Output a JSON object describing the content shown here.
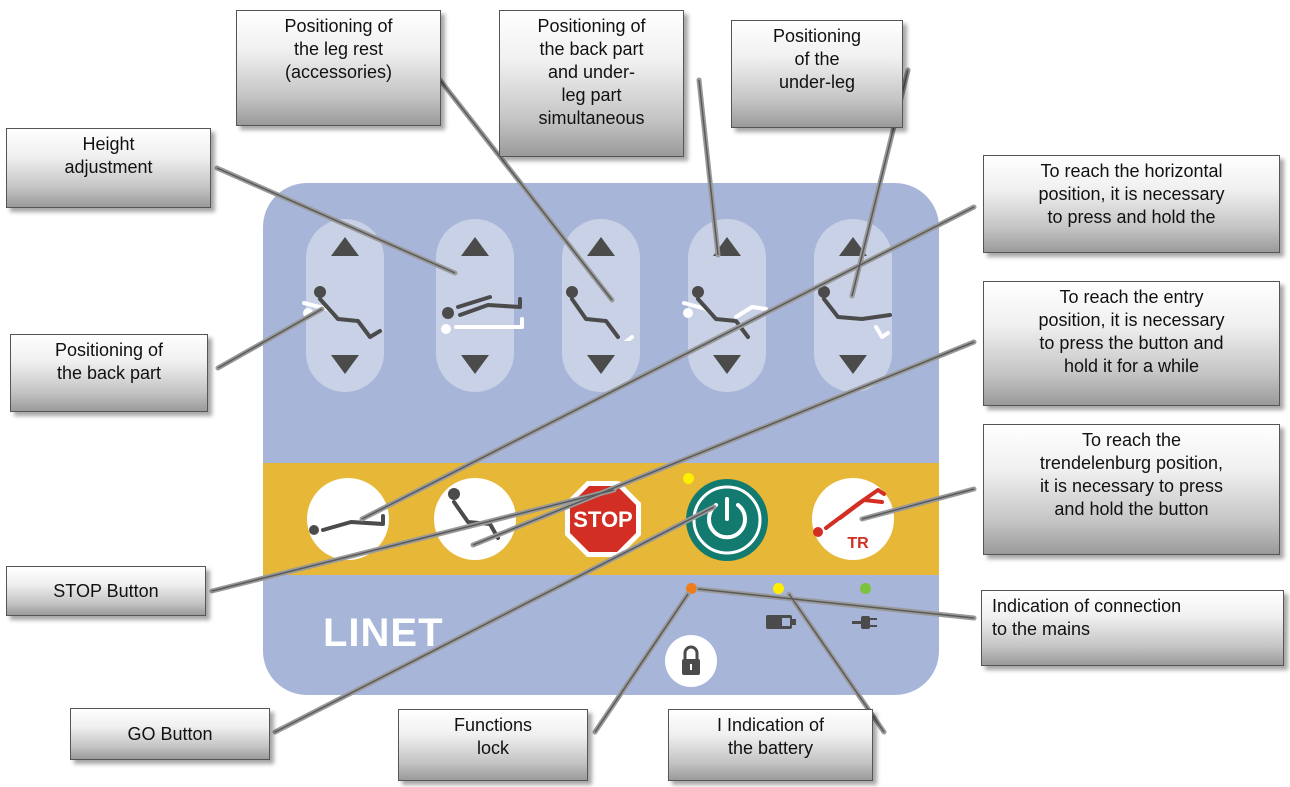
{
  "brand": "LINET",
  "stop_label": "STOP",
  "tr_label": "TR",
  "colors": {
    "panel": "#a7b5d9",
    "stripe": "#e7b737",
    "go_button": "#137a6f",
    "stop_button": "#d22e24",
    "led_go": "#ffee00",
    "led_lock": "#f07c1a",
    "led_battery": "#ffee00",
    "led_mains": "#7cc23b"
  },
  "callouts": {
    "leg_rest": "Positioning of\nthe leg rest\n(accessories)",
    "back_underleg": "Positioning of\nthe back part\nand under-\nleg part\nsimultaneous",
    "under_leg": "Positioning\nof the\nunder-leg",
    "height": "Height\nadjustment",
    "horizontal": "To reach the horizontal\nposition, it is necessary\nto press and hold the",
    "entry": "To reach the entry\nposition, it is necessary\nto press the button and\nhold it for a while",
    "back_part": "Positioning of\nthe back part",
    "trendelenburg": "To reach the\ntrendelenburg position,\nit is necessary to press\nand hold the button",
    "stop": "STOP Button",
    "mains": "Indication of connection\nto the mains",
    "go": "GO Button",
    "lock": "Functions\nlock",
    "battery": "I Indication of\nthe battery"
  },
  "icons": [
    "back-rest-icon",
    "height-icon",
    "leg-rest-icon",
    "back-and-underleg-icon",
    "underleg-icon",
    "horizontal-icon",
    "entry-position-icon",
    "power-icon",
    "trendelenburg-icon",
    "lock-icon",
    "battery-icon",
    "plug-icon"
  ]
}
